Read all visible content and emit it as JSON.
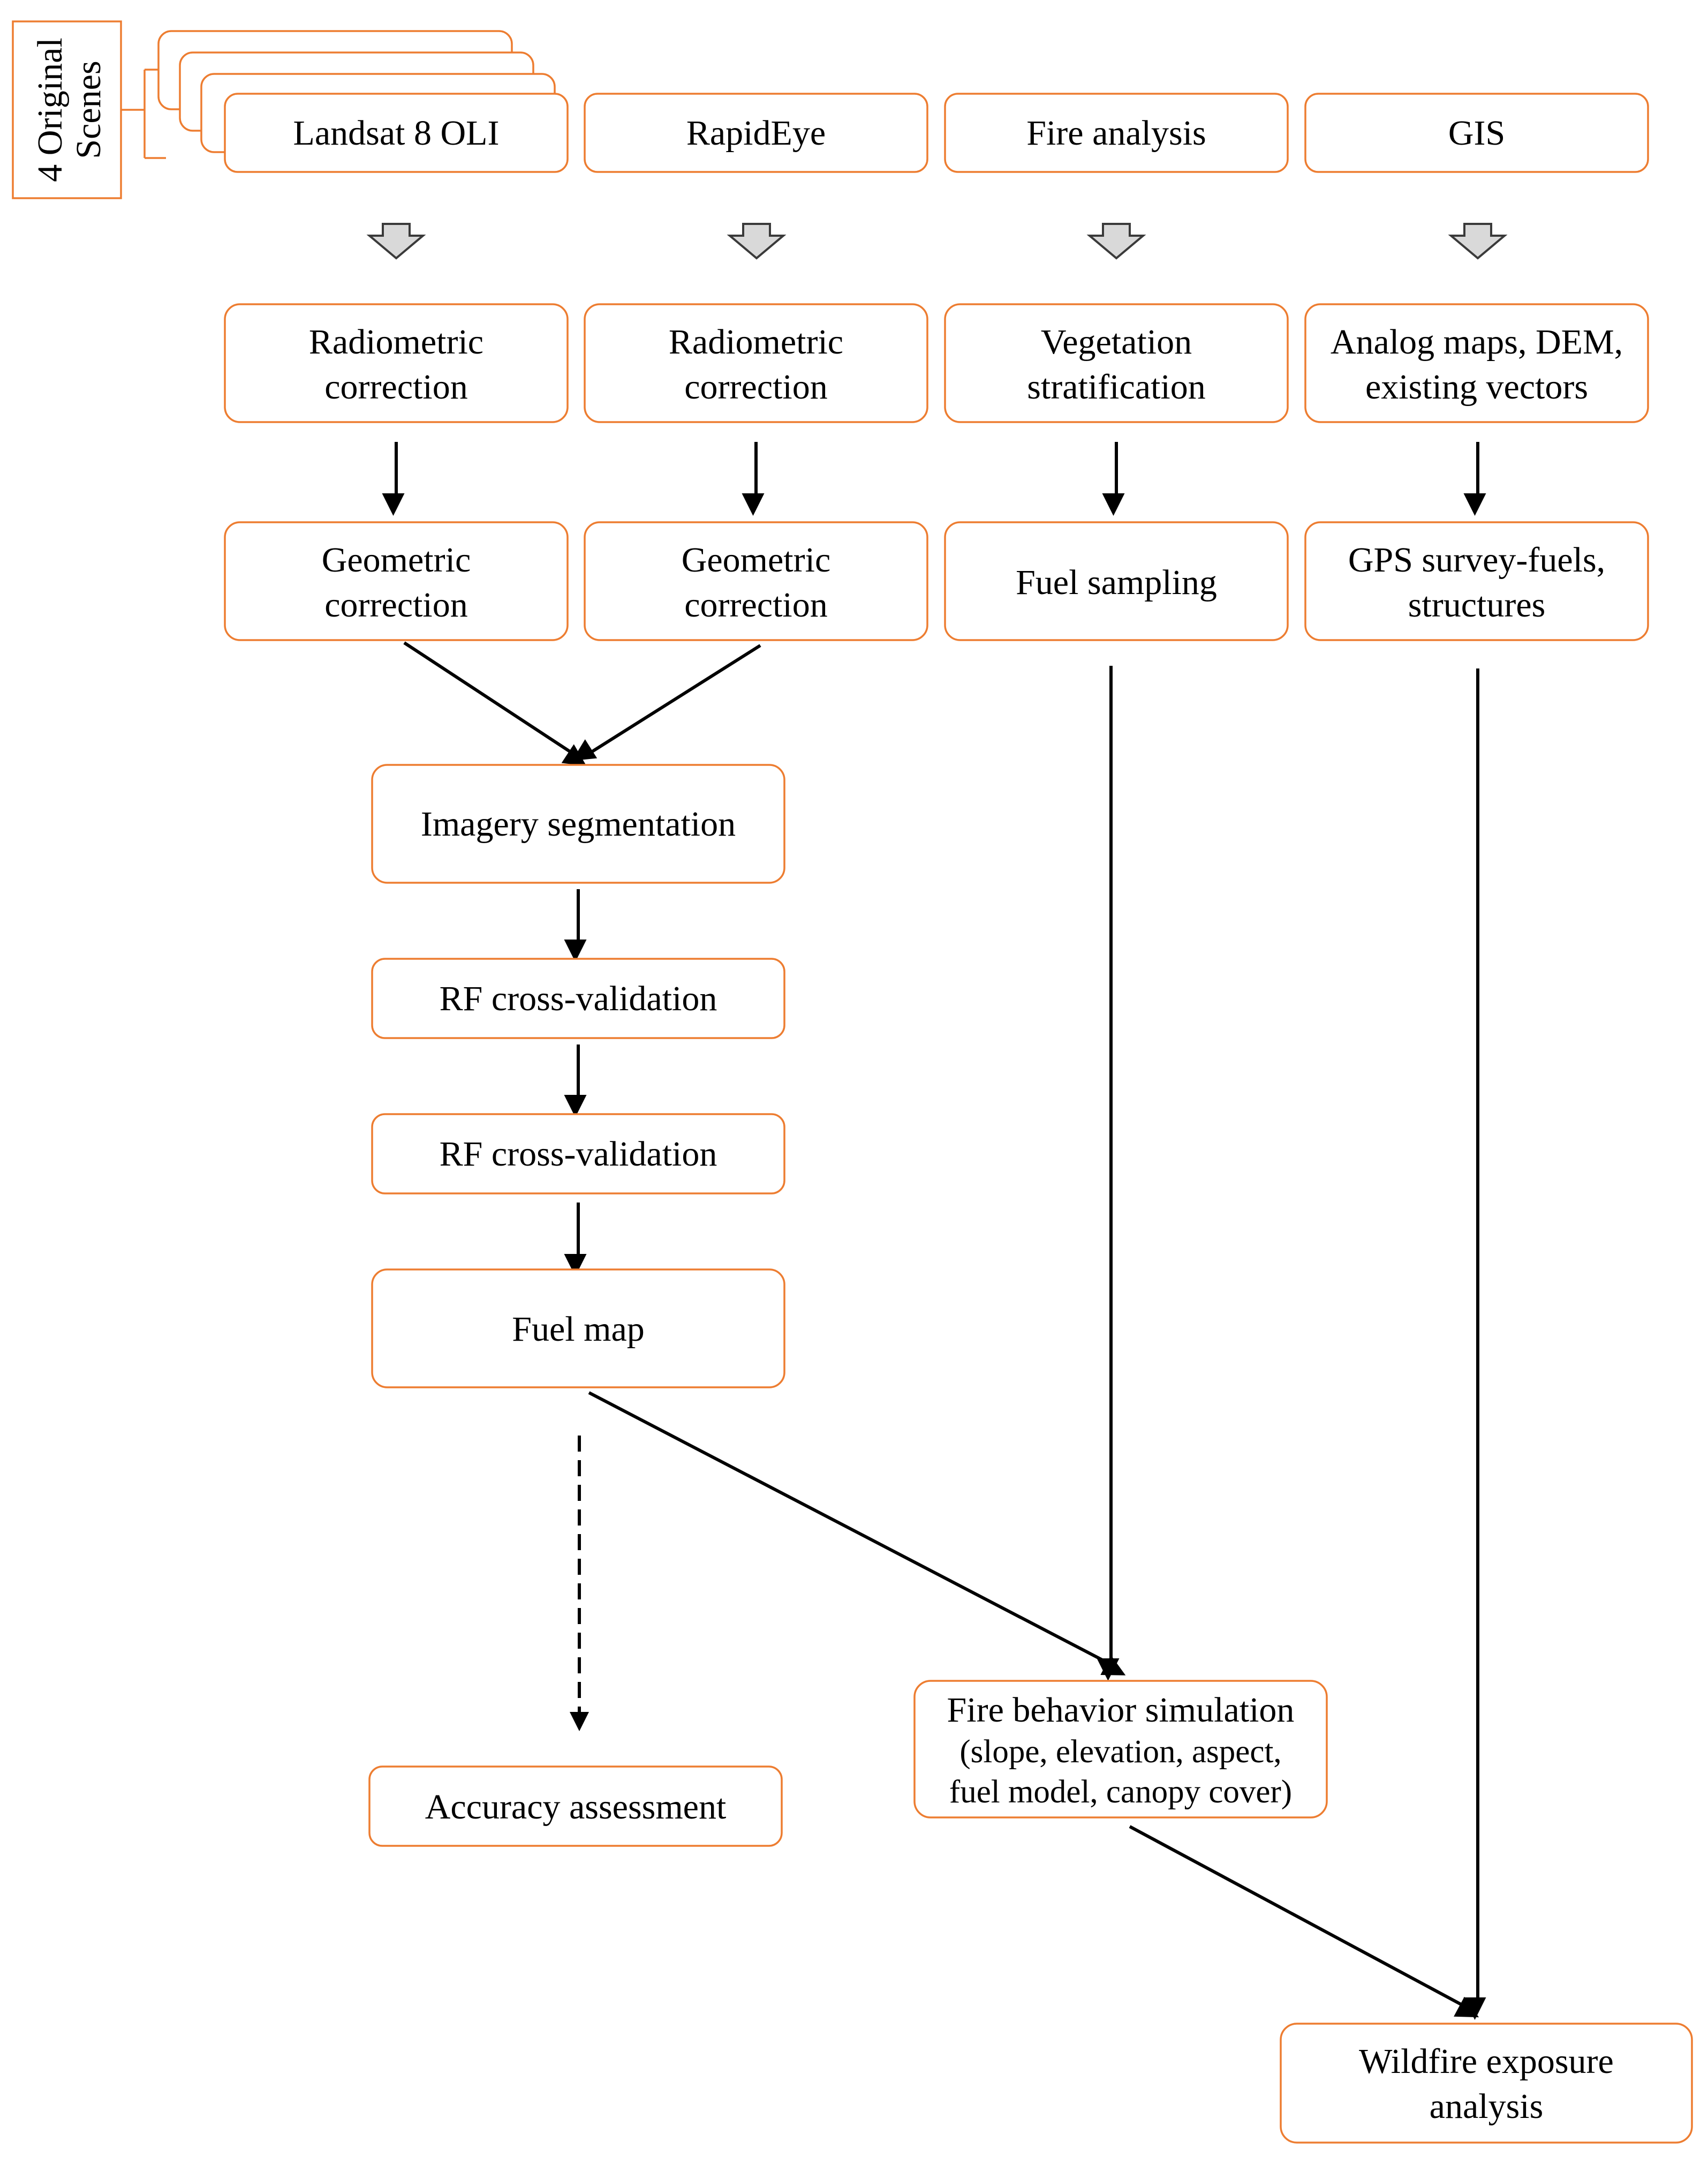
{
  "diagram": {
    "side_label": [
      "4 Original",
      "Scenes"
    ],
    "sources": {
      "landsat": "Landsat 8 OLI",
      "rapideye": "RapidEye",
      "fire": "Fire analysis",
      "gis": "GIS"
    },
    "step2": {
      "landsat": [
        "Radiometric",
        "correction"
      ],
      "rapideye": [
        "Radiometric",
        "correction"
      ],
      "fire": [
        "Vegetation",
        "stratification"
      ],
      "gis": [
        "Analog maps, DEM,",
        "existing vectors"
      ]
    },
    "step3": {
      "landsat": [
        "Geometric",
        "correction"
      ],
      "rapideye": [
        "Geometric",
        "correction"
      ],
      "fire": "Fuel sampling",
      "gis": [
        "GPS survey-fuels,",
        "structures"
      ]
    },
    "segmentation": "Imagery segmentation",
    "rf1": "RF cross-validation",
    "rf2": "RF cross-validation",
    "fuel_map": "Fuel map",
    "accuracy": "Accuracy assessment",
    "fire_behavior": [
      "Fire behavior simulation",
      "(slope, elevation, aspect,",
      "fuel model, canopy cover)"
    ],
    "wildfire": [
      "Wildfire exposure",
      "analysis"
    ],
    "colors": {
      "box_border": "#ED7D31",
      "arrow": "#000000",
      "block_arrow_fill": "#d9d9d9"
    }
  }
}
